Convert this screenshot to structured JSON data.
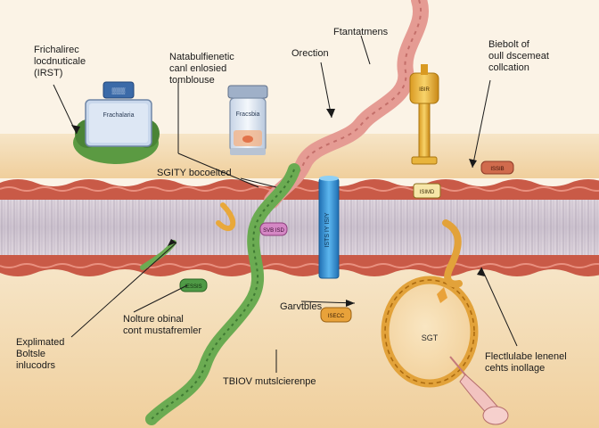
{
  "labels": {
    "top_left": "Frichalirec\nlocdnuticale\n(IRST)",
    "top_center_left": "Natabulfienetic\ncanl enlosied\ntomblouse",
    "top_center": "Orection",
    "top_right_center": "Ftantatmens",
    "top_right": "Biebolt of\noull dscemeat\ncollcation",
    "membrane_left": "SGITY bocoelted",
    "middle_center": "Garvtbles",
    "middle_left": "Nolture obinal\ncont mustafremler",
    "bottom_left": "Explimated\nBoltsle\ninlucodrs",
    "bottom_center": "TBIOV mutslcierenpe",
    "bottom_right": "Flectlulabe lenenel\ncehts inollage",
    "vesicle_label": "SGT"
  },
  "tags": {
    "left_crate": "▒▒▒",
    "left_crate_body": "Frachalaria",
    "jar_body": "Fracsbia",
    "channel_text": "ISTS IY ISIY",
    "pink_protein": "SVB ISD",
    "green_box": "IESSIS",
    "orange_box": "ISECC",
    "membrane_box": "ISIMD",
    "red_box": "ISSIB",
    "post_sign": "IBIR"
  },
  "colors": {
    "background": "#fbf3e6",
    "cytoplasm": "#f3d6a6",
    "membrane_red": "#c95a47",
    "lipid_tail": "#d9d0da",
    "channel_blue": "#2e8fd4",
    "green_protein": "#6bab52",
    "pink_fiber": "#e59b93",
    "golden_vesicle": "#e2a23a"
  },
  "icons": [
    "crate-protein-icon",
    "glass-jar-icon",
    "gold-post-icon",
    "blue-channel-icon",
    "syringe-icon"
  ]
}
